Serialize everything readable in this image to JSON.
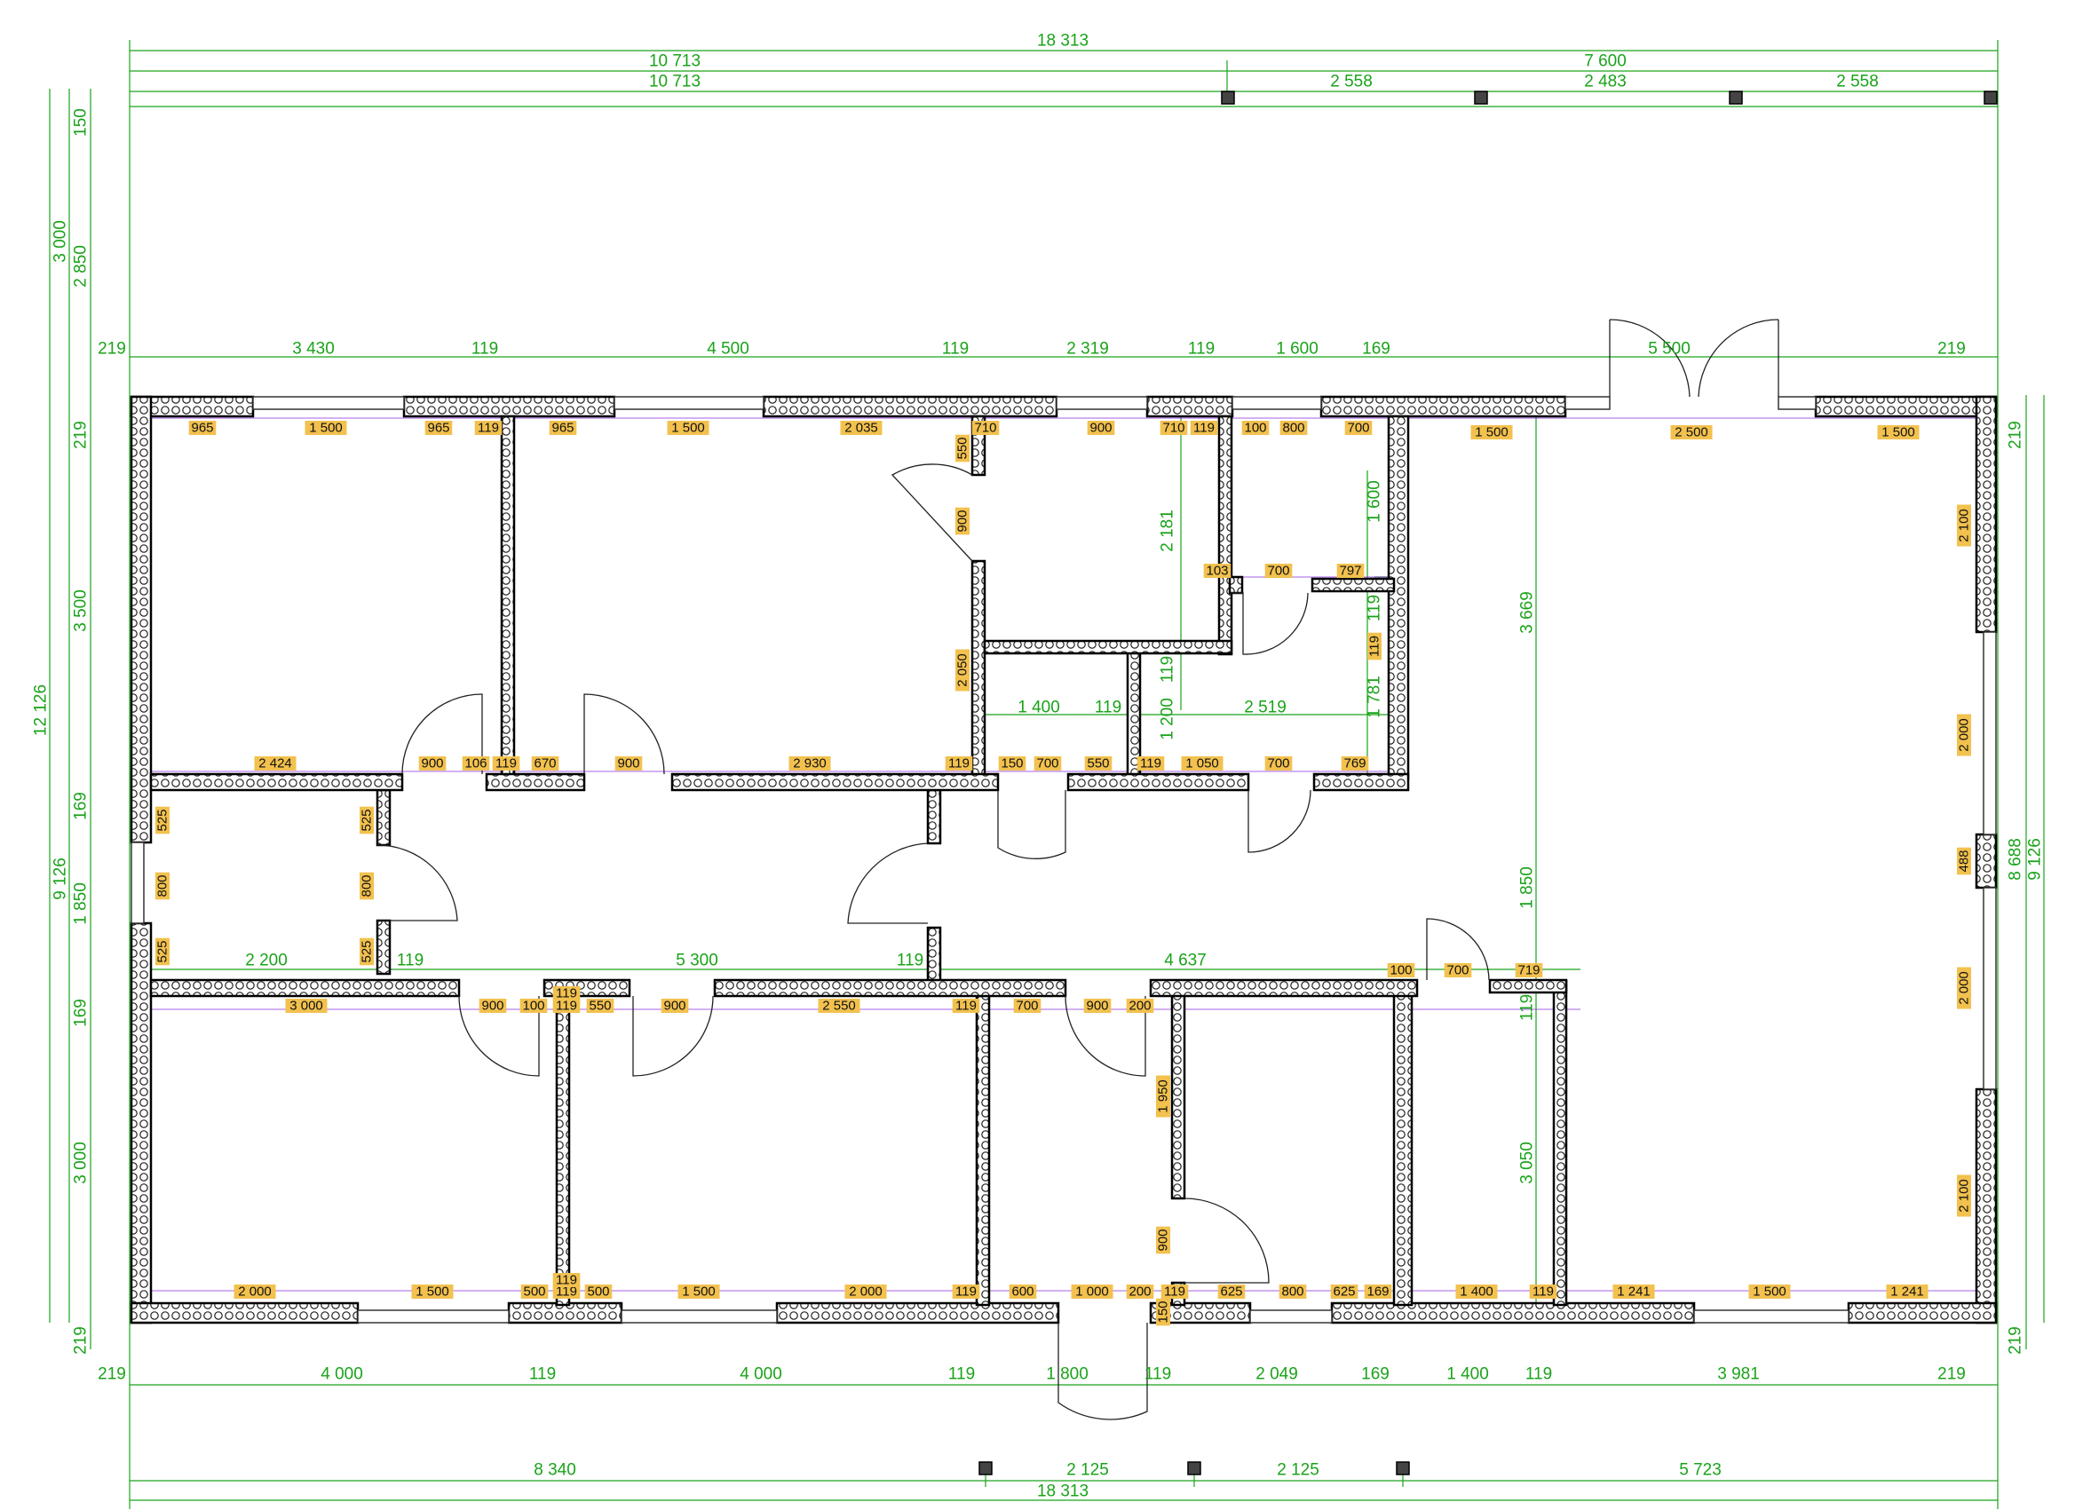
{
  "colors": {
    "dimension": "#1aa31a",
    "inner_label_bg": "#f2c14e",
    "wall": "#000000",
    "annotation_line": "#8a2be2"
  },
  "top": {
    "total": "18 313",
    "row2": [
      "10 713",
      "7 600"
    ],
    "row3": [
      "10 713",
      "2 558",
      "2 483",
      "2 558"
    ],
    "row4": [
      "219",
      "3 430",
      "119",
      "4 500",
      "119",
      "2 319",
      "119",
      "1 600",
      "169",
      "5 500",
      "219"
    ]
  },
  "bottom": {
    "row1": [
      "219",
      "4 000",
      "119",
      "4 000",
      "119",
      "1 800",
      "119",
      "2 049",
      "169",
      "1 400",
      "119",
      "3 981",
      "219"
    ],
    "row2": [
      "8 340",
      "2 125",
      "2 125",
      "5 723"
    ],
    "total": "18 313"
  },
  "left": {
    "outer": [
      "150",
      "3 000",
      "2 850",
      "12 126"
    ],
    "chain": [
      "219",
      "3 500",
      "169",
      "9 126",
      "1 850",
      "169",
      "3 000",
      "219"
    ]
  },
  "right": {
    "chain": [
      "219",
      "8 688",
      "9 126",
      "219"
    ]
  },
  "interior_green": [
    "2 181",
    "1 600",
    "3 669",
    "1 400",
    "119",
    "2 519",
    "1 781",
    "1 200",
    "119",
    "119",
    "1 850",
    "2 200",
    "119",
    "5 300",
    "119",
    "4 637",
    "119",
    "3 050"
  ],
  "orange_labels": {
    "top_wall": [
      "965",
      "1 500",
      "965",
      "119",
      "965",
      "1 500",
      "2 035",
      "710",
      "900",
      "710",
      "119",
      "100",
      "800",
      "700",
      "1 500",
      "2 500",
      "1 500"
    ],
    "corridor_top": [
      "2 424",
      "900",
      "106",
      "119",
      "670",
      "900",
      "2 930",
      "119",
      "150",
      "700",
      "550",
      "119",
      "1 050",
      "700",
      "769"
    ],
    "corridor_bottom": [
      "3 000",
      "900",
      "100",
      "119",
      "550",
      "900",
      "2 550",
      "119",
      "700",
      "900",
      "200",
      "100",
      "700",
      "719"
    ],
    "bottom_wall": [
      "2 000",
      "1 500",
      "500",
      "119",
      "500",
      "1 500",
      "2 000",
      "119",
      "600",
      "1 000",
      "200",
      "119",
      "625",
      "800",
      "625",
      "169",
      "1 400",
      "119",
      "1 241",
      "1 500",
      "1 241"
    ],
    "vertical": [
      "550",
      "900",
      "2 050",
      "103",
      "700",
      "797",
      "525",
      "800",
      "525",
      "525",
      "800",
      "525",
      "1 950",
      "900",
      "150",
      "119",
      "2 100",
      "2 000",
      "488",
      "2 000",
      "2 100",
      "119",
      "119"
    ]
  }
}
